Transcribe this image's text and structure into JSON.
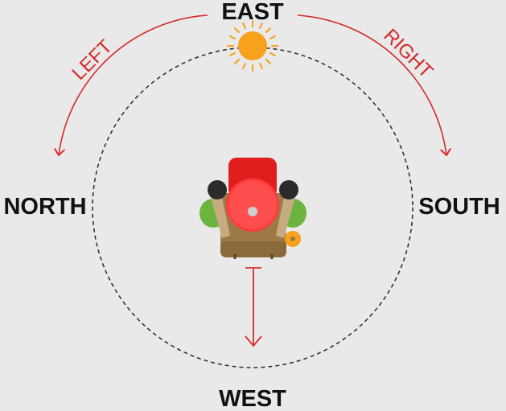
{
  "directions": {
    "top": "EAST",
    "left": "NORTH",
    "right": "SOUTH",
    "bottom": "WEST"
  },
  "turns": {
    "left": "LEFT",
    "right": "RIGHT"
  },
  "colors": {
    "background": "#e9e9e9",
    "arrow": "#d52b2b",
    "sun": "#f7a11c",
    "helmet": "#ff3b3b",
    "body": "#9d7a45",
    "foliage": "#6db33f"
  },
  "icons": {
    "sun": "sun-icon",
    "person": "person-top-view-icon"
  }
}
